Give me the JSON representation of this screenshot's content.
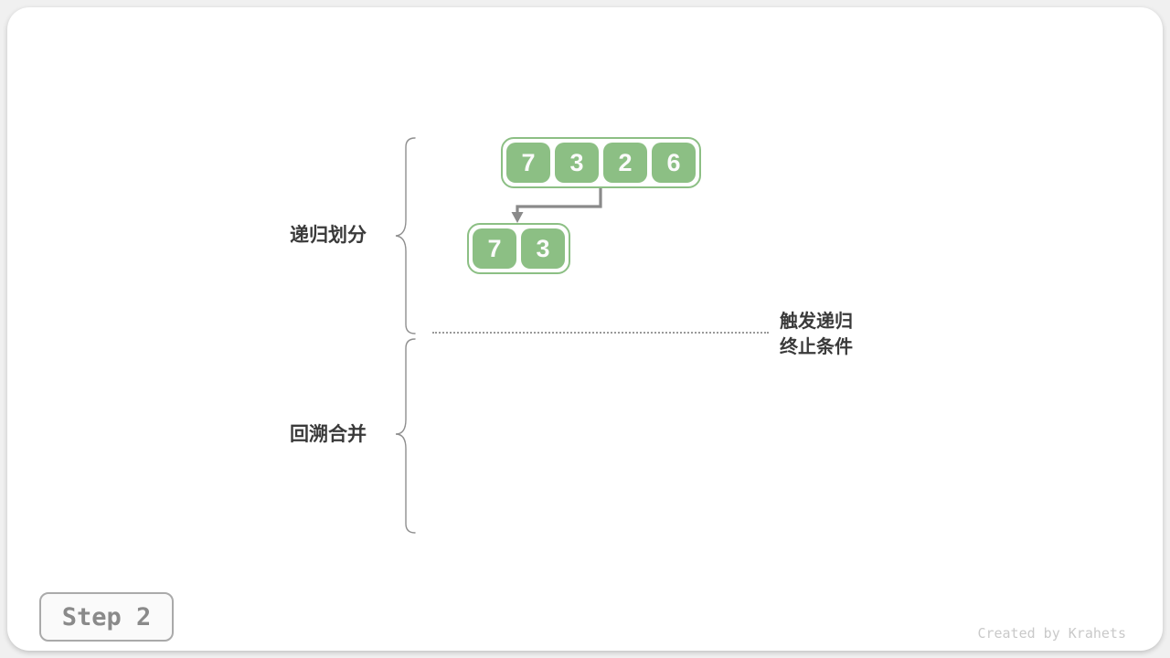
{
  "diagram": {
    "labels": {
      "divide_phase": "递归划分",
      "merge_phase": "回溯合并"
    },
    "annotation": {
      "line1": "触发递归",
      "line2": "终止条件"
    },
    "arrays": {
      "top": {
        "values": [
          "7",
          "3",
          "2",
          "6"
        ]
      },
      "bottom": {
        "values": [
          "7",
          "3"
        ]
      }
    }
  },
  "footer": {
    "step_label": "Step 2",
    "credit": "Created by Krahets"
  },
  "colors": {
    "cell_green": "#8cbf84",
    "arrow_gray": "#8a8a8a",
    "brace_gray": "#8f8f8f",
    "label_dark": "#3a3a3a"
  }
}
